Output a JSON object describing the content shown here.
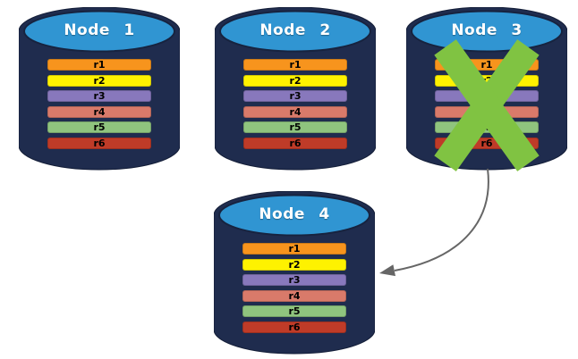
{
  "diagram": {
    "description": "Four database nodes each holding replicas r1-r6; Node 3 is failed (green X) and its data is restored onto Node 4 (curved arrow)."
  },
  "nodes": [
    {
      "title": "Node 1",
      "failed": false
    },
    {
      "title": "Node 2",
      "failed": false
    },
    {
      "title": "Node 3",
      "failed": true
    },
    {
      "title": "Node 4",
      "failed": false
    }
  ],
  "replicas": [
    {
      "label": "r1",
      "color": "#F7941D"
    },
    {
      "label": "r2",
      "color": "#FEF200"
    },
    {
      "label": "r3",
      "color": "#8878BC"
    },
    {
      "label": "r4",
      "color": "#D97A6A"
    },
    {
      "label": "r5",
      "color": "#8FC47E"
    },
    {
      "label": "r6",
      "color": "#BF3B28"
    }
  ],
  "colors": {
    "cylinder_body": "#1F2C4E",
    "cylinder_outline": "#141E38",
    "cylinder_top": "#3095D2",
    "failure_x": "#80C342",
    "arrow": "#666666"
  }
}
